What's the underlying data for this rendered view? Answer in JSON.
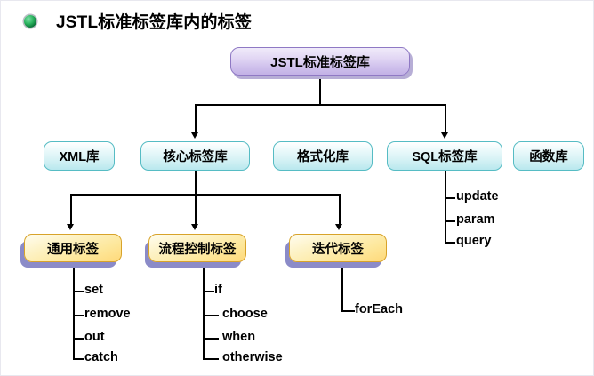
{
  "header": {
    "bullet_icon": "green-bullet-icon",
    "title": "JSTL标准标签库内的标签"
  },
  "diagram": {
    "type": "tree",
    "root": {
      "label": "JSTL标准标签库",
      "style_color": "#c3b2e6"
    },
    "libraries": [
      {
        "label": "XML库",
        "has_children": false
      },
      {
        "label": "核心标签库",
        "has_children": true
      },
      {
        "label": "格式化库",
        "has_children": false
      },
      {
        "label": "SQL标签库",
        "has_children": true
      },
      {
        "label": "函数库",
        "has_children": false
      }
    ],
    "groups": [
      {
        "label": "通用标签",
        "tags": [
          "set",
          "remove",
          "out",
          "catch"
        ]
      },
      {
        "label": "流程控制标签",
        "tags": [
          "if",
          "choose",
          "when",
          "otherwise"
        ]
      },
      {
        "label": "迭代标签",
        "tags": [
          "forEach"
        ]
      }
    ],
    "sql_tags": [
      "update",
      "param",
      "query"
    ],
    "colors": {
      "root_fill": "#c3b2e6",
      "root_border": "#8f79c4",
      "library_fill": "#b9e8ee",
      "library_border": "#56bcc4",
      "group_fill": "#ffd97a",
      "group_border": "#d8a32a",
      "group_shadow": "#8b8bc8",
      "connector": "#000000",
      "bullet": "#2bb45f"
    }
  }
}
